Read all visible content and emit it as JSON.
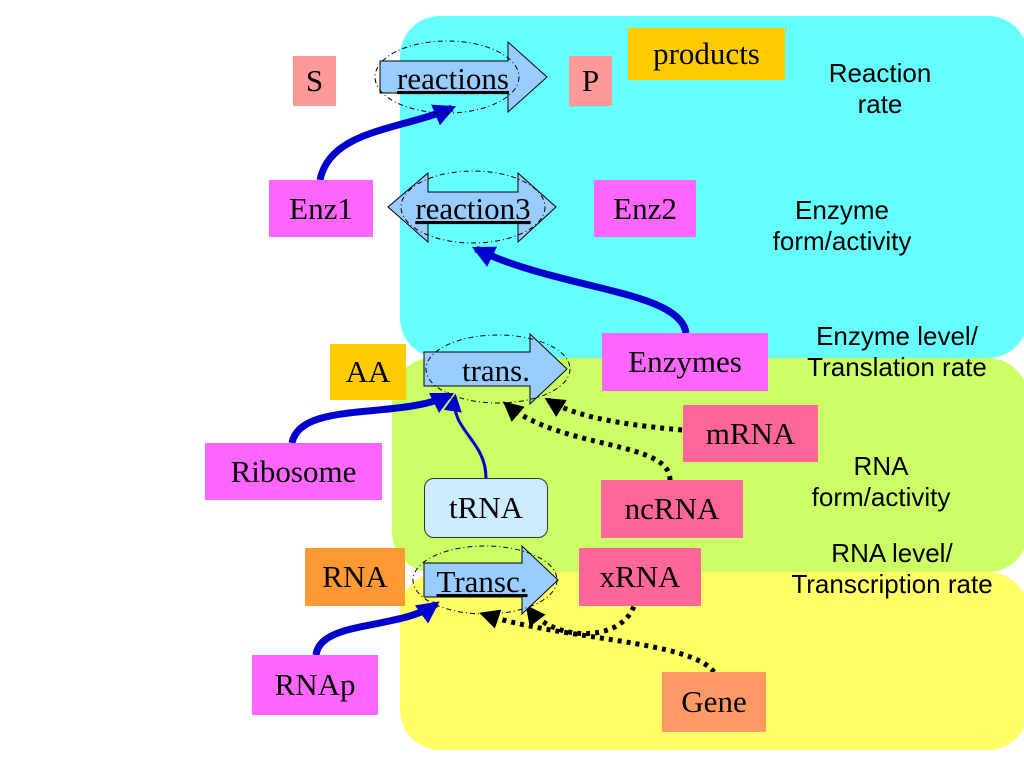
{
  "colors": {
    "metabolic_layer": "#66FFFF",
    "protein_layer": "#CCFF66",
    "rna_layer": "#FFFF66",
    "substrate": "#FF9999",
    "enzyme": "#FF66FF",
    "products": "#FFCC00",
    "rna_species": "#FF6699",
    "gene": "#FF9966",
    "trna": "#CCECFF",
    "reaction_arrow": "#99CCFF",
    "positive_arrow": "#0000CC"
  },
  "nodes": {
    "s": "S",
    "p": "P",
    "products": "products",
    "enz1": "Enz1",
    "enz2": "Enz2",
    "aa": "AA",
    "enzymes": "Enzymes",
    "mrna": "mRNA",
    "ribosome": "Ribosome",
    "trna": "tRNA",
    "ncrna": "ncRNA",
    "rna": "RNA",
    "xrna": "xRNA",
    "rnap": "RNAp",
    "gene": "Gene"
  },
  "processes": {
    "reactions": "reactions",
    "reaction3": "reaction3",
    "translation": "trans.",
    "transcription": "Transc."
  },
  "level_labels": {
    "reaction_rate": [
      "Reaction",
      "rate"
    ],
    "enzyme_activity": [
      "Enzyme",
      "form/activity"
    ],
    "enzyme_level": [
      "Enzyme level/",
      "Translation rate"
    ],
    "rna_activity": [
      "RNA",
      "form/activity"
    ],
    "rna_level": [
      "RNA level/",
      "Transcription rate"
    ]
  }
}
